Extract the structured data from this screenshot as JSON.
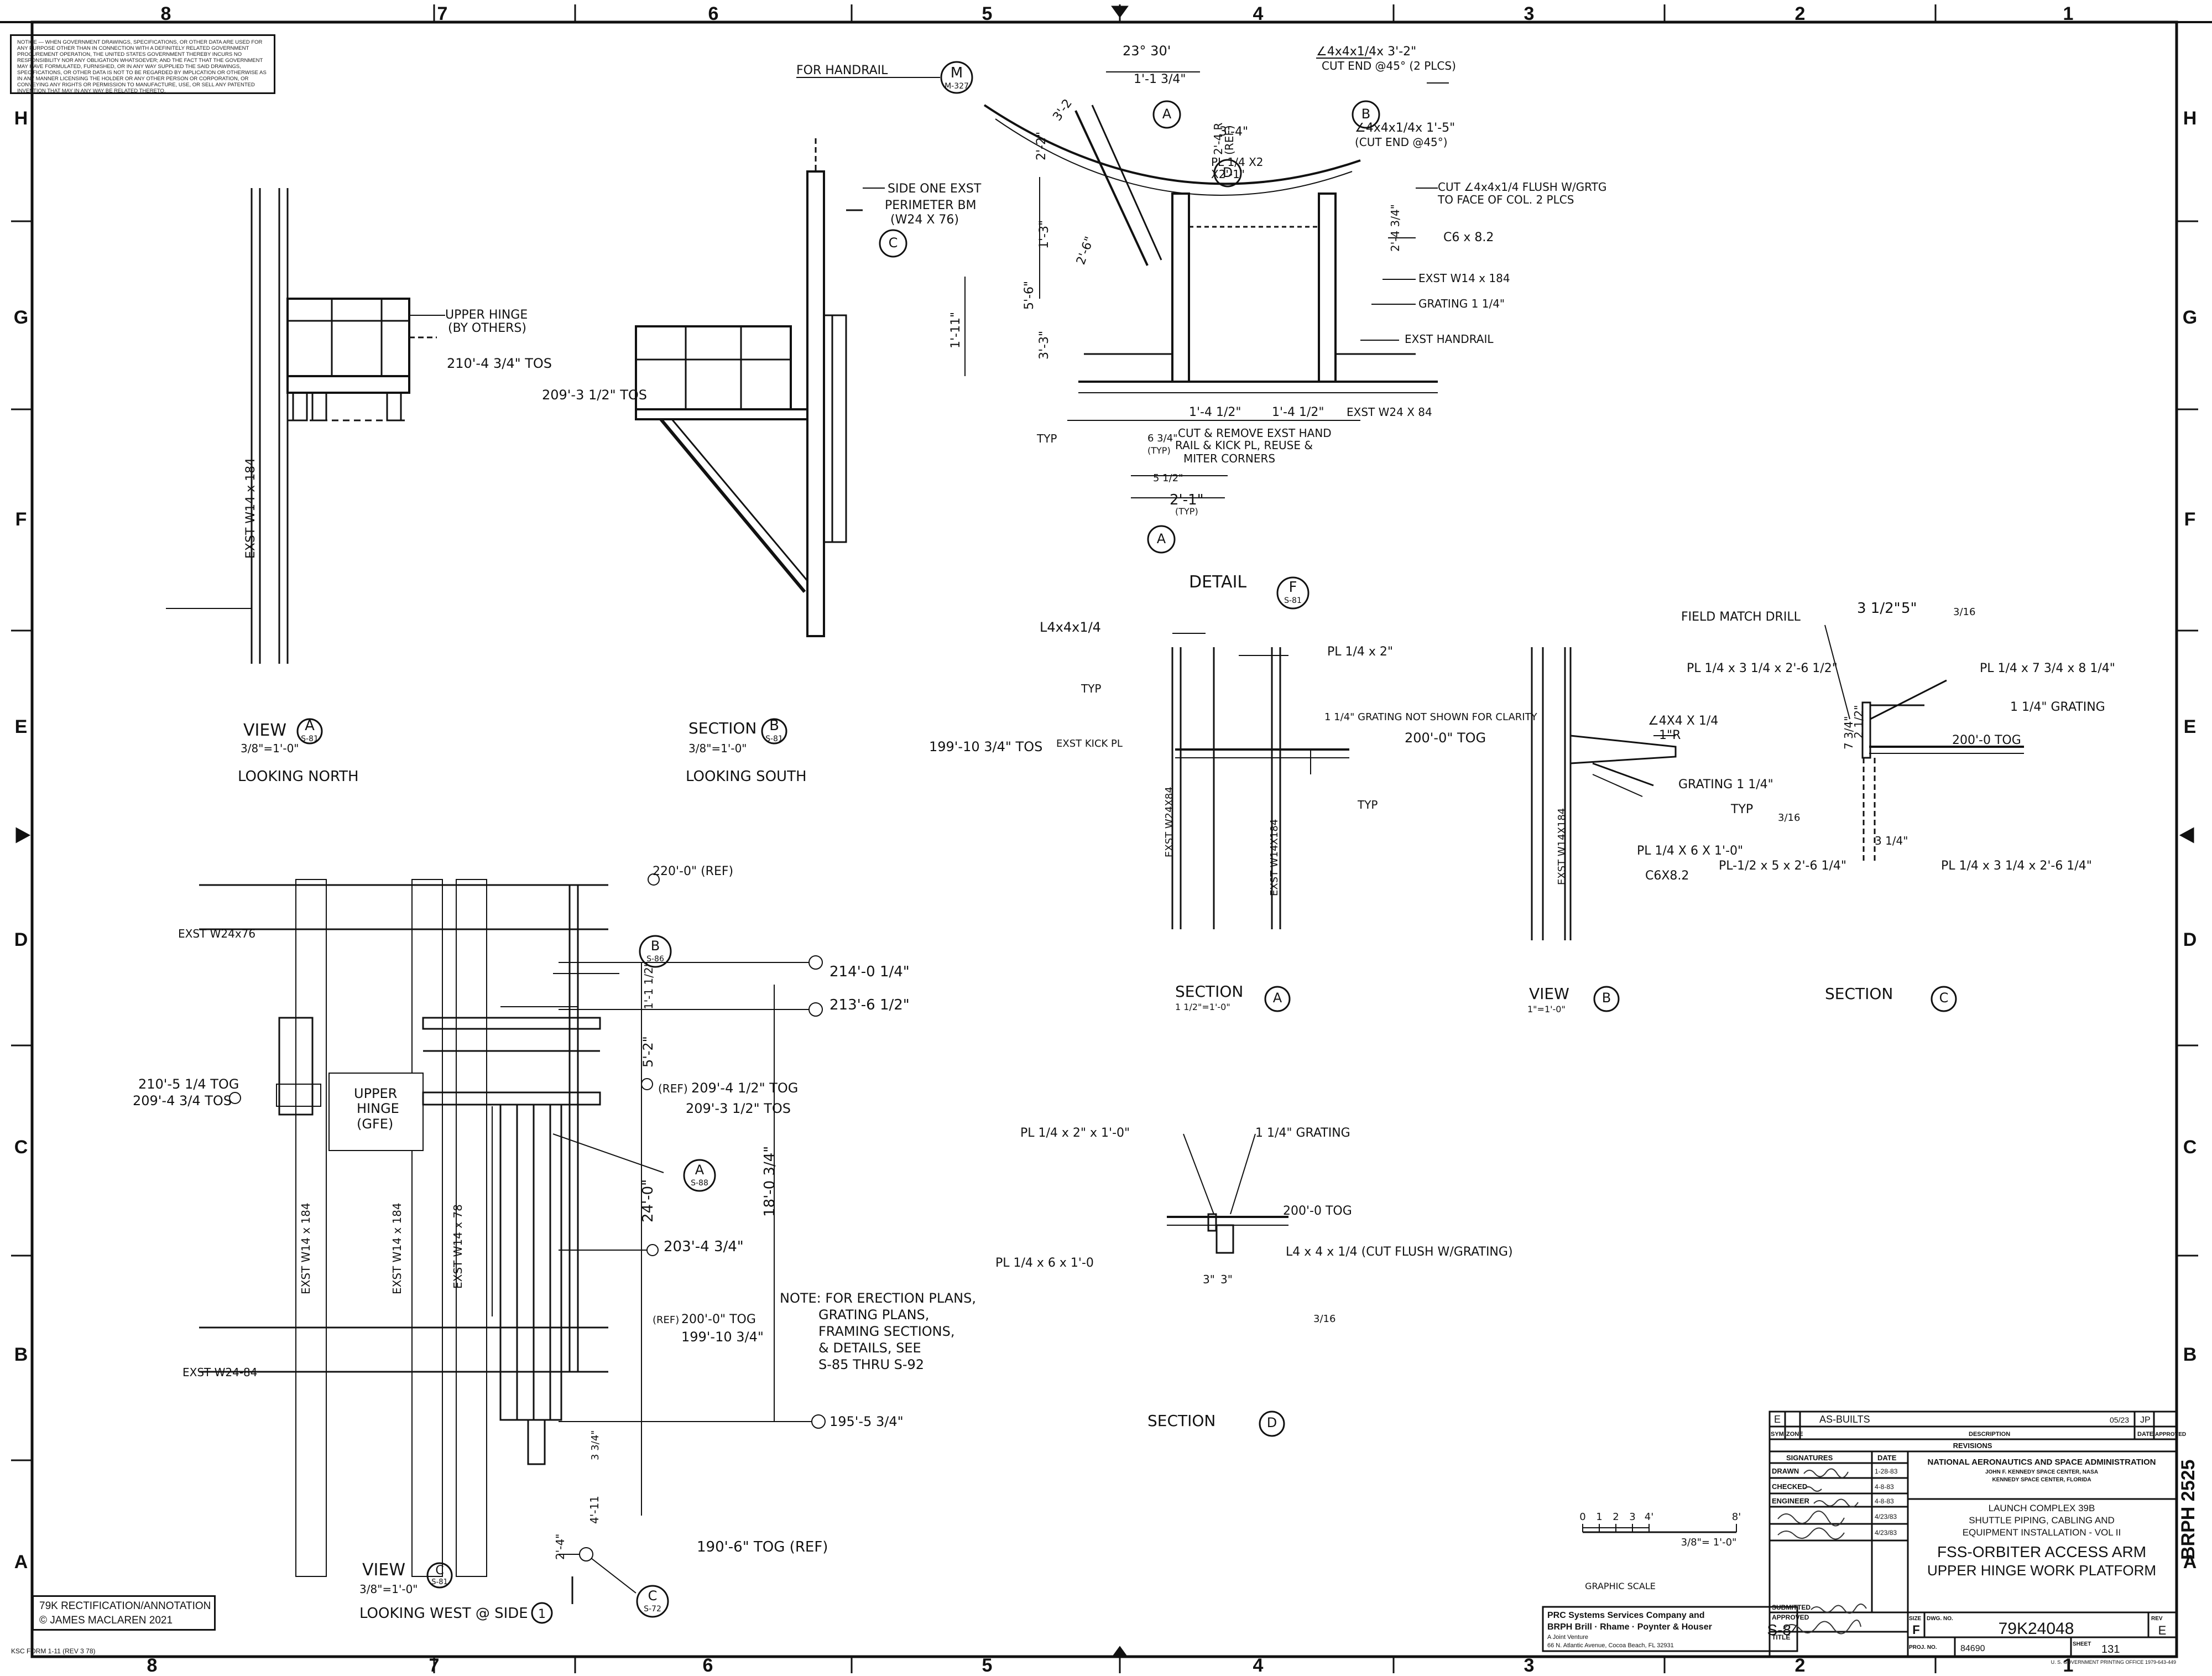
{
  "border": {
    "columns": [
      "8",
      "7",
      "6",
      "5",
      "4",
      "3",
      "2",
      "1"
    ],
    "rows": [
      "H",
      "G",
      "F",
      "E",
      "D",
      "C",
      "B",
      "A"
    ]
  },
  "notice_text": "NOTICE — WHEN GOVERNMENT DRAWINGS, SPECIFICATIONS, OR OTHER DATA ARE USED FOR ANY PURPOSE OTHER THAN IN CONNECTION WITH A DEFINITELY RELATED GOVERNMENT PROCUREMENT OPERATION, THE UNITED STATES GOVERNMENT THEREBY INCURS NO RESPONSIBILITY NOR ANY OBLIGATION WHATSOEVER; AND THE FACT THAT THE GOVERNMENT MAY HAVE FORMULATED, FURNISHED, OR IN ANY WAY SUPPLIED THE SAID DRAWINGS, SPECIFICATIONS, OR OTHER DATA IS NOT TO BE REGARDED BY IMPLICATION OR OTHERWISE AS IN ANY MANNER LICENSING THE HOLDER OR ANY OTHER PERSON OR CORPORATION, OR CONVEYING ANY RIGHTS OR PERMISSION TO MANUFACTURE, USE, OR SELL ANY PATENTED INVENTION THAT MAY IN ANY WAY BE RELATED THERETO.",
  "views": {
    "view_a": {
      "title": "VIEW",
      "mark": "A",
      "ref": "S-81",
      "scale": "3/8\"=1'-0\"",
      "caption": "LOOKING NORTH",
      "member": "EXST W14 x 184",
      "hinge": "UPPER HINGE",
      "hinge2": "(BY OTHERS)",
      "elev": "210'-4 3/4\" TOS"
    },
    "section_b": {
      "title": "SECTION",
      "mark": "B",
      "ref": "S-81",
      "scale": "3/8\"=1'-0\"",
      "caption": "LOOKING SOUTH",
      "elev": "209'-3 1/2\" TOS",
      "beam1": "SIDE ONE EXST",
      "beam2": "PERIMETER BM",
      "beam3": "(W24 X 76)"
    },
    "detail_f": {
      "title": "DETAIL",
      "mark": "F",
      "ref": "S-81",
      "handrail": "FOR HANDRAIL",
      "m_mark": "M",
      "m_ref": "M-327",
      "angle": "23° 30'",
      "l1": "∠4x4x1/4x 3'-2\"",
      "l1b": "CUT END @45° (2 PLCS)",
      "l2": "∠4x4x1/4x 1'-5\"",
      "l2b": "(CUT END @45°)",
      "cut1": "CUT ∠4x4x1/4 FLUSH W/GRTG",
      "cut2": "TO FACE OF COL. 2 PLCS",
      "cg": "C6 x 8.2",
      "col": "EXST W14 x 184",
      "grating": "GRATING 1 1/4\"",
      "hand": "EXST HANDRAIL",
      "beam": "EXST W24 X 84",
      "pl": "PL 1/4 X2",
      "pl2": "X2'-1\"",
      "typ": "TYP",
      "cut3": "CUT & REMOVE EXST HAND",
      "cut4": "RAIL & KICK PL, REUSE &",
      "cut5": "MITER CORNERS",
      "d1": "1'-4 1/2\"",
      "d2": "1'-4 1/2\"",
      "d3": "2'-1\"",
      "d4": "1'-11\"",
      "d5": "3'-4\"",
      "d6": "3'-3\"",
      "d7": "5'-6\"",
      "d8": "1'-3\"",
      "d9": "1'-1 3/4\"",
      "d10": "2'-2\"",
      "d11": "2'-4 R",
      "d12": "3'-2",
      "d13": "2'-6\"",
      "d14": "6 3/4\"",
      "d15": "5 1/2\"",
      "d16": "(TYP)",
      "d17": "(REF)",
      "d18": "(TYP)",
      "d19": "2'-4 3/4\""
    },
    "section_a": {
      "title": "SECTION",
      "mark": "A",
      "scale": "1 1/2\"=1'-0\"",
      "l1": "L4x4x1/4",
      "pl": "PL 1/4 x 2\"",
      "typ": "TYP",
      "elev1": "199'-10 3/4\" TOS",
      "kick": "EXST KICK PL",
      "note": "1 1/4\" GRATING NOT SHOWN FOR CLARITY",
      "elev2": "200'-0\" TOG",
      "col1": "EXST W24X84",
      "col2": "EXST W14X184",
      "typ2": "TYP"
    },
    "view_b": {
      "title": "VIEW",
      "mark": "B",
      "scale": "1\"=1'-0\"",
      "l1": "∠4X4 X 1/4",
      "r": "1\"R",
      "grating": "GRATING 1 1/4\"",
      "pl": "PL 1/4 X 6 X 1'-0\"",
      "cg": "C6X8.2",
      "col": "EXST W14X184"
    },
    "section_c": {
      "title": "SECTION",
      "mark": "C",
      "drill": "FIELD MATCH DRILL",
      "d1": "3 1/2\"",
      "d2": "5\"",
      "w1": "3/16",
      "pl1": "PL 1/4 x 3 1/4 x 2'-6 1/2\"",
      "pl2": "PL 1/4 x 7 3/4 x 8 1/4\"",
      "grating": "1 1/4\" GRATING",
      "elev": "200'-0 TOG",
      "typ": "TYP",
      "w2": "3/16",
      "pl3": "PL-1/2 x 5 x 2'-6 1/4\"",
      "pl4": "PL 1/4 x 3 1/4 x 2'-6 1/4\"",
      "d3": "7 3/4\"",
      "d4": "2 1/2\"",
      "d5": "3 1/4\""
    },
    "section_d": {
      "title": "SECTION",
      "mark": "D",
      "pl1": "PL 1/4 x 2\" x 1'-0\"",
      "grating": "1 1/4\" GRATING",
      "elev": "200'-0 TOG",
      "pl2": "PL 1/4 x 6 x 1'-0",
      "angle": "L4 x 4 x 1/4 (CUT FLUSH W/GRATING)",
      "d1": "3\"",
      "d2": "3\"",
      "w": "3/16"
    },
    "view_c": {
      "title": "VIEW",
      "mark": "C",
      "ref": "S-81",
      "scale": "3/8\"=1'-0\"",
      "caption": "LOOKING WEST @ SIDE",
      "side": "1",
      "beam1": "EXST W24x76",
      "beam2": "EXST W24-84",
      "col1": "EXST W14 x 184",
      "col2": "EXST W14 x 184",
      "col3": "EXST W14 x 78",
      "hinge": "UPPER",
      "hinge2": "HINGE",
      "hinge3": "(GFE)",
      "e1": "220'-0\" (REF)",
      "e2": "214'-0 1/4\"",
      "e3": "213'-6 1/2\"",
      "e4": "210'-5 1/4 TOG",
      "e5": "209'-4 3/4 TOS",
      "e6": "(REF)",
      "e7": "209'-4 1/2\" TOG",
      "e8": "209'-3 1/2\" TOS",
      "e9": "203'-4 3/4\"",
      "e10": "(REF)",
      "e11": "200'-0\" TOG",
      "e12": "199'-10 3/4\"",
      "e13": "195'-5 3/4\"",
      "e14": "190'-6\" TOG (REF)",
      "b_mark": "B",
      "b_ref": "S-86",
      "a_mark": "A",
      "a_ref": "S-88",
      "c_mark": "C",
      "c_ref": "S-72",
      "d1": "1'-1 1/2\"",
      "d2": "5'-2\"",
      "d3": "24'-0\"",
      "d4": "18'-0 3/4\"",
      "d5": "4'-11",
      "d6": "3 3/4\"",
      "d7": "2'-4\"",
      "note1": "NOTE: FOR ERECTION PLANS,",
      "note2": "GRATING PLANS,",
      "note3": "FRAMING SECTIONS,",
      "note4": "& DETAILS, SEE",
      "note5": "S-85 THRU S-92"
    }
  },
  "graphic_scale": {
    "ticks": [
      "0",
      "1",
      "2",
      "3",
      "4'",
      "8'"
    ],
    "scale": "3/8\"= 1'-0\"",
    "label": "GRAPHIC SCALE"
  },
  "title_block": {
    "rev_letter": "E",
    "rev_desc": "AS-BUILTS",
    "rev_date": "05/23",
    "rev_approved": "JP",
    "hdr_sym": "SYM.",
    "hdr_zone": "ZONE",
    "hdr_desc": "DESCRIPTION",
    "hdr_date": "DATE",
    "hdr_appr": "APPROVED",
    "revisions": "REVISIONS",
    "sig_header": "SIGNATURES",
    "date_header": "DATE",
    "drawn": "DRAWN",
    "checked": "CHECKED",
    "engineer": "ENGINEER",
    "drawn_date": "1-28-83",
    "checked_date": "4-8-83",
    "engineer_date": "4-8-83",
    "date4": "4/23/83",
    "date5": "4/23/83",
    "agency": "NATIONAL AERONAUTICS AND SPACE ADMINISTRATION",
    "center1": "JOHN F. KENNEDY SPACE CENTER, NASA",
    "center2": "KENNEDY SPACE CENTER, FLORIDA",
    "project1": "LAUNCH COMPLEX 39B",
    "project2": "SHUTTLE PIPING, CABLING AND",
    "project3": "EQUIPMENT INSTALLATION - VOL II",
    "title1": "FSS-ORBITER ACCESS ARM",
    "title2": "UPPER HINGE WORK PLATFORM",
    "submitted": "SUBMITTED",
    "approved": "APPROVED",
    "title_lbl": "TITLE",
    "size_lbl": "SIZE",
    "size": "F",
    "dwg_lbl": "DWG. NO.",
    "dwg_no": "79K24048",
    "rev_lbl": "REV",
    "rev": "E",
    "proj_lbl": "PROJ. NO.",
    "proj_no": "84690",
    "sheet_lbl": "SHEET",
    "sheet": "131",
    "gpo": "U. S. GOVERNMENT PRINTING OFFICE 1979-643-449"
  },
  "contractor": {
    "line1": "PRC Systems Services Company and",
    "line2": "BRPH Brill · Rhame · Poynter & Houser",
    "line3": "A Joint Venture",
    "line4": "66 N. Atlantic Avenue, Cocoa Beach, FL 32931",
    "sheet_code": "S-84"
  },
  "side_stamp": "BRPH 2525",
  "rectification": {
    "line1": "79K RECTIFICATION/ANNOTATION",
    "line2": "© JAMES MACLAREN 2021"
  },
  "form_no": "KSC FORM 1-11 (REV 3 78)"
}
